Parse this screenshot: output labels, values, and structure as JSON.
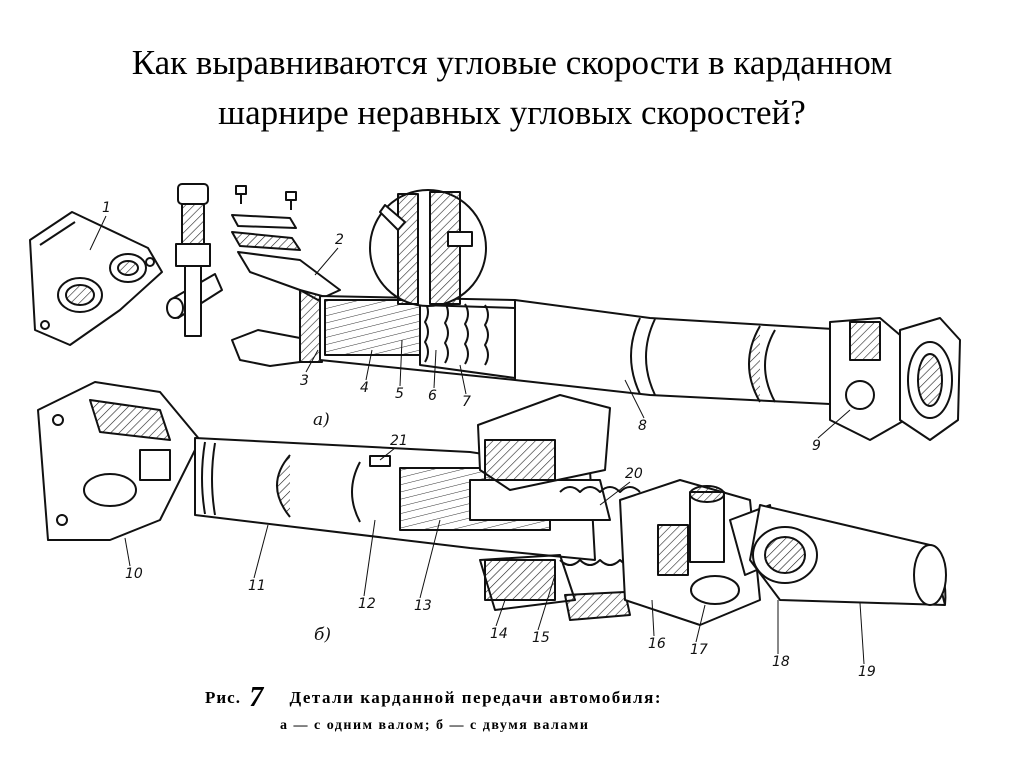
{
  "title": {
    "line1": "Как выравниваются угловые скорости в карданном",
    "line2": "шарнире неравных угловых скоростей?"
  },
  "figure": {
    "sublabel_a": "а)",
    "sublabel_b": "б)",
    "part_numbers": [
      "1",
      "2",
      "3",
      "4",
      "5",
      "6",
      "7",
      "8",
      "9",
      "10",
      "11",
      "12",
      "13",
      "14",
      "15",
      "16",
      "17",
      "18",
      "19",
      "20",
      "21"
    ]
  },
  "caption": {
    "fig_label": "Рис.",
    "fig_number": "7",
    "line1": "Детали карданной передачи автомобиля:",
    "line2": "а — с одним валом; б — с двумя валами"
  }
}
